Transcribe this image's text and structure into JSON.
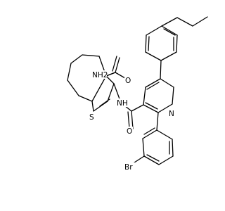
{
  "molecule": {
    "atoms": {
      "amide_nh2": "NH2",
      "amide_o_top": "O",
      "amide_nh": "NH",
      "thiophene_s": "S",
      "amide_o_bottom": "O",
      "quinoline_n": "N",
      "bromine": "Br"
    }
  },
  "colors": {
    "bond": "#000000",
    "label": "#000000",
    "background": "#ffffff"
  }
}
